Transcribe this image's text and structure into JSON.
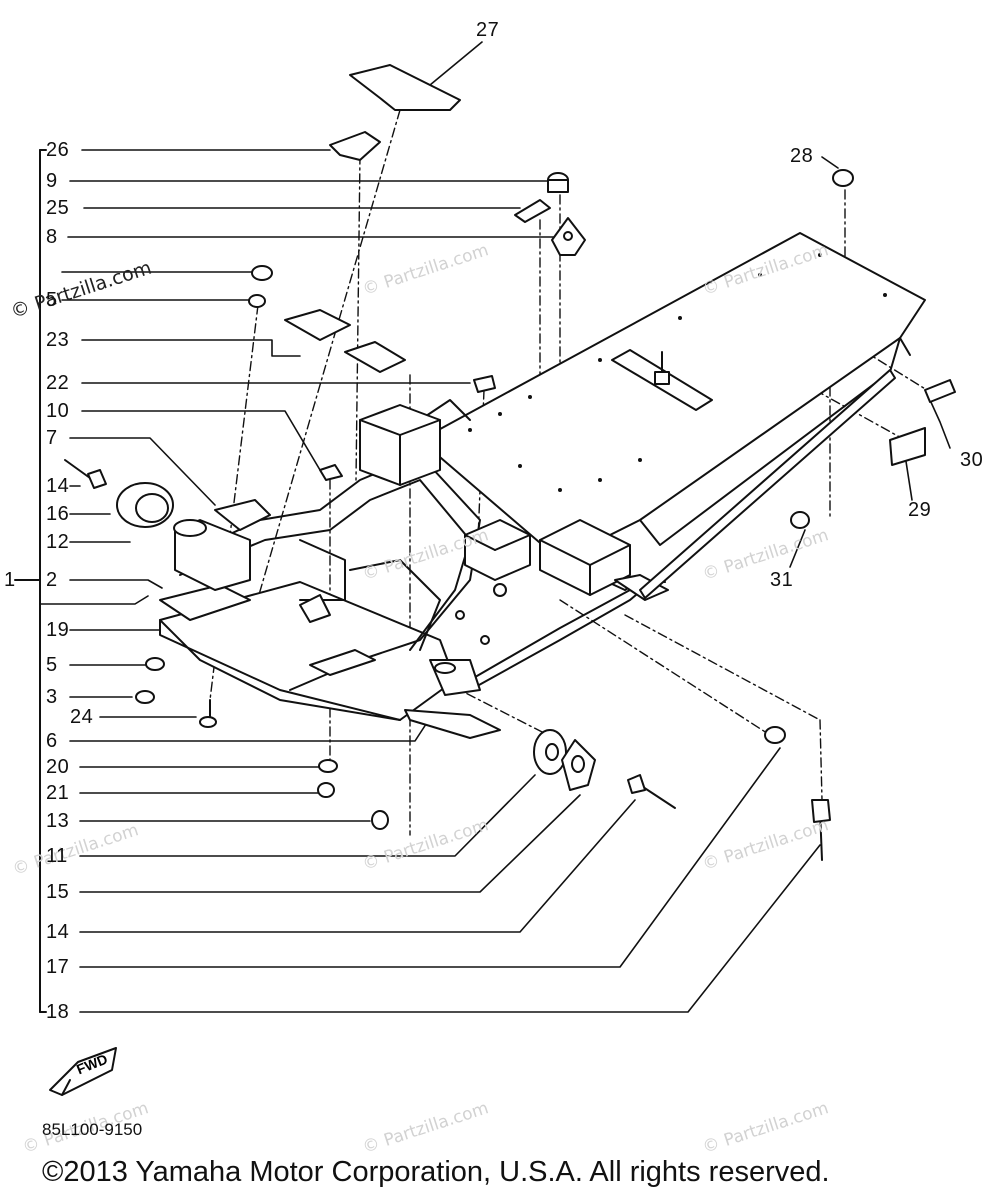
{
  "diagram": {
    "part_number": "85L100-9150",
    "copyright": "©2013 Yamaha Motor Corporation, U.S.A. All rights reserved.",
    "watermark_text": "© Partzilla.com",
    "direction_badge": "FWD",
    "callouts": {
      "c1": "1",
      "c2": "2",
      "c3": "3",
      "c5a": "5",
      "c5b": "5",
      "c6": "6",
      "c7": "7",
      "c8": "8",
      "c9": "9",
      "c10": "10",
      "c11": "11",
      "c12": "12",
      "c13": "13",
      "c14a": "14",
      "c14b": "14",
      "c15": "15",
      "c16": "16",
      "c17": "17",
      "c18": "18",
      "c19": "19",
      "c20": "20",
      "c21": "21",
      "c22": "22",
      "c23": "23",
      "c24": "24",
      "c25": "25",
      "c26": "26",
      "c27": "27",
      "c28": "28",
      "c29": "29",
      "c30": "30",
      "c31": "31"
    },
    "colors": {
      "ink": "#111111",
      "paper": "#ffffff",
      "watermark": "#d2d2d2"
    }
  }
}
